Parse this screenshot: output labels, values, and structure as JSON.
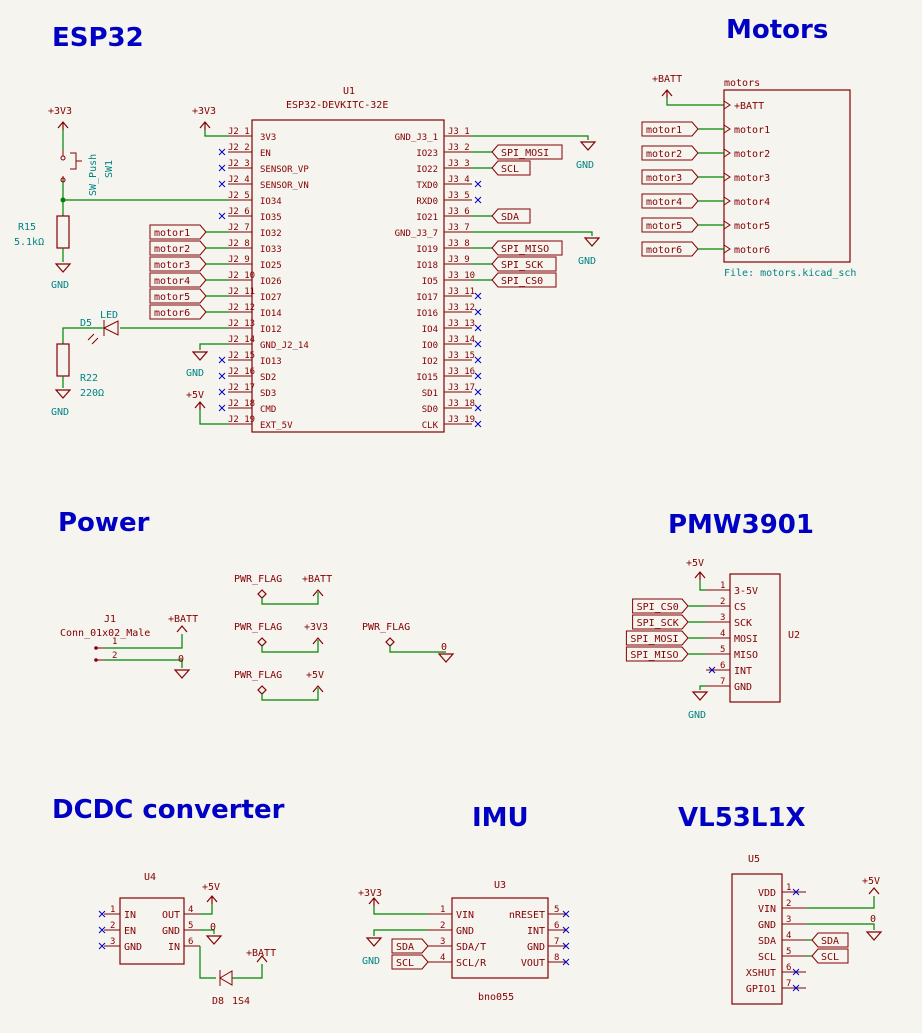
{
  "sections": {
    "esp32": "ESP32",
    "motors": "Motors",
    "power": "Power",
    "pmw": "PMW3901",
    "dcdc": "DCDC converter",
    "imu": "IMU",
    "vl": "VL53L1X"
  },
  "esp32": {
    "ref": "U1",
    "value": "ESP32-DEVKITC-32E",
    "left_pins": [
      {
        "num": "J2_1",
        "name": "3V3"
      },
      {
        "num": "J2_2",
        "name": "EN"
      },
      {
        "num": "J2_3",
        "name": "SENSOR_VP"
      },
      {
        "num": "J2_4",
        "name": "SENSOR_VN"
      },
      {
        "num": "J2_5",
        "name": "IO34"
      },
      {
        "num": "J2_6",
        "name": "IO35"
      },
      {
        "num": "J2_7",
        "name": "IO32"
      },
      {
        "num": "J2_8",
        "name": "IO33"
      },
      {
        "num": "J2_9",
        "name": "IO25"
      },
      {
        "num": "J2_10",
        "name": "IO26"
      },
      {
        "num": "J2_11",
        "name": "IO27"
      },
      {
        "num": "J2_12",
        "name": "IO14"
      },
      {
        "num": "J2_13",
        "name": "IO12"
      },
      {
        "num": "J2_14",
        "name": "GND_J2_14"
      },
      {
        "num": "J2_15",
        "name": "IO13"
      },
      {
        "num": "J2_16",
        "name": "SD2"
      },
      {
        "num": "J2_17",
        "name": "SD3"
      },
      {
        "num": "J2_18",
        "name": "CMD"
      },
      {
        "num": "J2_19",
        "name": "EXT_5V"
      }
    ],
    "right_pins": [
      {
        "num": "J3_1",
        "name": "GND_J3_1"
      },
      {
        "num": "J3_2",
        "name": "IO23"
      },
      {
        "num": "J3_3",
        "name": "IO22"
      },
      {
        "num": "J3_4",
        "name": "TXD0"
      },
      {
        "num": "J3_5",
        "name": "RXD0"
      },
      {
        "num": "J3_6",
        "name": "IO21"
      },
      {
        "num": "J3_7",
        "name": "GND_J3_7"
      },
      {
        "num": "J3_8",
        "name": "IO19"
      },
      {
        "num": "J3_9",
        "name": "IO18"
      },
      {
        "num": "J3_10",
        "name": "IO5"
      },
      {
        "num": "J3_11",
        "name": "IO17"
      },
      {
        "num": "J3_12",
        "name": "IO16"
      },
      {
        "num": "J3_13",
        "name": "IO4"
      },
      {
        "num": "J3_14",
        "name": "IO0"
      },
      {
        "num": "J3_15",
        "name": "IO2"
      },
      {
        "num": "J3_16",
        "name": "IO15"
      },
      {
        "num": "J3_17",
        "name": "SD1"
      },
      {
        "num": "J3_18",
        "name": "SD0"
      },
      {
        "num": "J3_19",
        "name": "CLK"
      }
    ],
    "left_labels": [
      "motor1",
      "motor2",
      "motor3",
      "motor4",
      "motor5",
      "motor6"
    ],
    "right_labels": {
      "mosi": "SPI_MOSI",
      "scl": "SCL",
      "sda": "SDA",
      "miso": "SPI_MISO",
      "sck": "SPI_SCK",
      "cs": "SPI_CS0"
    },
    "sw_ref": "SW1",
    "sw_value": "SW_Push",
    "r15_ref": "R15",
    "r15_value": "5.1kΩ",
    "d5_ref": "D5",
    "d5_value": "LED",
    "r22_ref": "R22",
    "r22_value": "220Ω",
    "p3v3": "+3V3",
    "p5v": "+5V",
    "gnd": "GND"
  },
  "motors": {
    "sheet_name": "motors",
    "file": "File: motors.kicad_sch",
    "batt": "+BATT",
    "pins": [
      "+BATT",
      "motor1",
      "motor2",
      "motor3",
      "motor4",
      "motor5",
      "motor6"
    ],
    "labels": [
      "motor1",
      "motor2",
      "motor3",
      "motor4",
      "motor5",
      "motor6"
    ]
  },
  "power": {
    "j1_ref": "J1",
    "j1_value": "Conn_01x02_Male",
    "pin1": "1",
    "pin2": "2",
    "batt": "+BATT",
    "zero": "0",
    "flag": "PWR_FLAG",
    "flags": [
      "+BATT",
      "+3V3",
      "+5V",
      "0"
    ]
  },
  "pmw": {
    "ref": "U2",
    "p5v": "+5V",
    "gnd": "GND",
    "pins": [
      {
        "num": "1",
        "name": "3-5V"
      },
      {
        "num": "2",
        "name": "CS"
      },
      {
        "num": "3",
        "name": "SCK"
      },
      {
        "num": "4",
        "name": "MOSI"
      },
      {
        "num": "5",
        "name": "MISO"
      },
      {
        "num": "6",
        "name": "INT"
      },
      {
        "num": "7",
        "name": "GND"
      }
    ],
    "labels": [
      "SPI_CS0",
      "SPI_SCK",
      "SPI_MOSI",
      "SPI_MISO"
    ]
  },
  "dcdc": {
    "ref": "U4",
    "left_pins": [
      {
        "num": "1",
        "name": "IN"
      },
      {
        "num": "2",
        "name": "EN"
      },
      {
        "num": "3",
        "name": "GND"
      }
    ],
    "right_pins": [
      {
        "num": "4",
        "name": "OUT"
      },
      {
        "num": "5",
        "name": "GND"
      },
      {
        "num": "6",
        "name": "IN"
      }
    ],
    "p5v": "+5V",
    "zero": "0",
    "batt": "+BATT",
    "diode_ref": "D8",
    "diode_value": "1S4"
  },
  "imu": {
    "ref": "U3",
    "value": "bno055",
    "p3v3": "+3V3",
    "gnd": "GND",
    "left_pins": [
      {
        "num": "1",
        "name": "VIN"
      },
      {
        "num": "2",
        "name": "GND"
      },
      {
        "num": "3",
        "name": "SDA/T"
      },
      {
        "num": "4",
        "name": "SCL/R"
      }
    ],
    "right_pins": [
      {
        "num": "5",
        "name": "nRESET"
      },
      {
        "num": "6",
        "name": "INT"
      },
      {
        "num": "7",
        "name": "GND"
      },
      {
        "num": "8",
        "name": "VOUT"
      }
    ],
    "labels": [
      "SDA",
      "SCL"
    ]
  },
  "vl": {
    "ref": "U5",
    "p5v": "+5V",
    "zero": "0",
    "pins": [
      {
        "num": "1",
        "name": "VDD"
      },
      {
        "num": "2",
        "name": "VIN"
      },
      {
        "num": "3",
        "name": "GND"
      },
      {
        "num": "4",
        "name": "SDA"
      },
      {
        "num": "5",
        "name": "SCL"
      },
      {
        "num": "6",
        "name": "XSHUT"
      },
      {
        "num": "7",
        "name": "GPIO1"
      }
    ],
    "labels": [
      "SDA",
      "SCL"
    ]
  }
}
